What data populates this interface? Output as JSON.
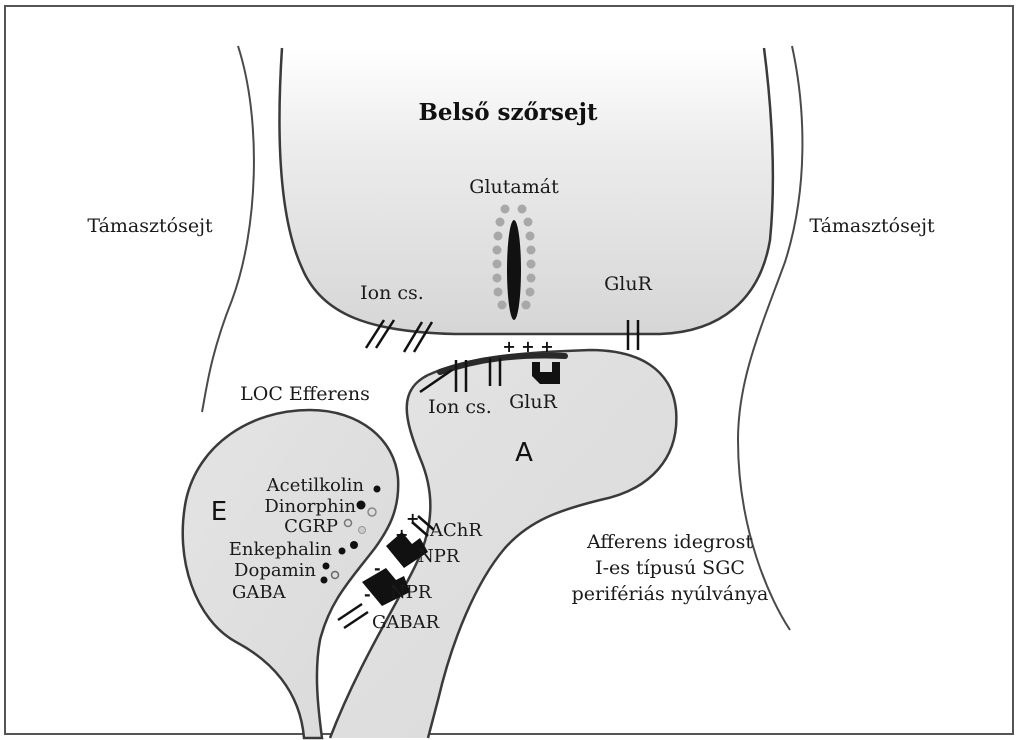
{
  "colors": {
    "border": "#555555",
    "outline": "#3a3a3a",
    "cell_fill": "#e2e2e2",
    "membrane": "#444444",
    "vesicle": "#a8a8a8",
    "receptor": "#111111"
  },
  "hair_cell": {
    "title": "Belső szőrsejt",
    "glutamate": "Glutamát",
    "ion_channel": "Ion cs.",
    "receptor": "GluR"
  },
  "support_cells": {
    "left": "Támasztósejt",
    "right": "Támasztósejt"
  },
  "afferent": {
    "letter": "A",
    "ion_channel": "Ion cs.",
    "receptor": "GluR",
    "charge": "+ + +",
    "description": [
      "Afferens idegrost",
      "I-es típusú SGC",
      "perifériás nyúlványa"
    ]
  },
  "efferent": {
    "title": "LOC Efferens",
    "letter": "E",
    "transmitters": [
      "Acetilkolin",
      "Dinorphin",
      "CGRP",
      "Enkephalin",
      "Dopamin",
      "GABA"
    ],
    "receptors": [
      "AChR",
      "NPR",
      "NPR",
      "GABAR"
    ],
    "charges": [
      "+",
      "+",
      "-",
      "-"
    ]
  }
}
